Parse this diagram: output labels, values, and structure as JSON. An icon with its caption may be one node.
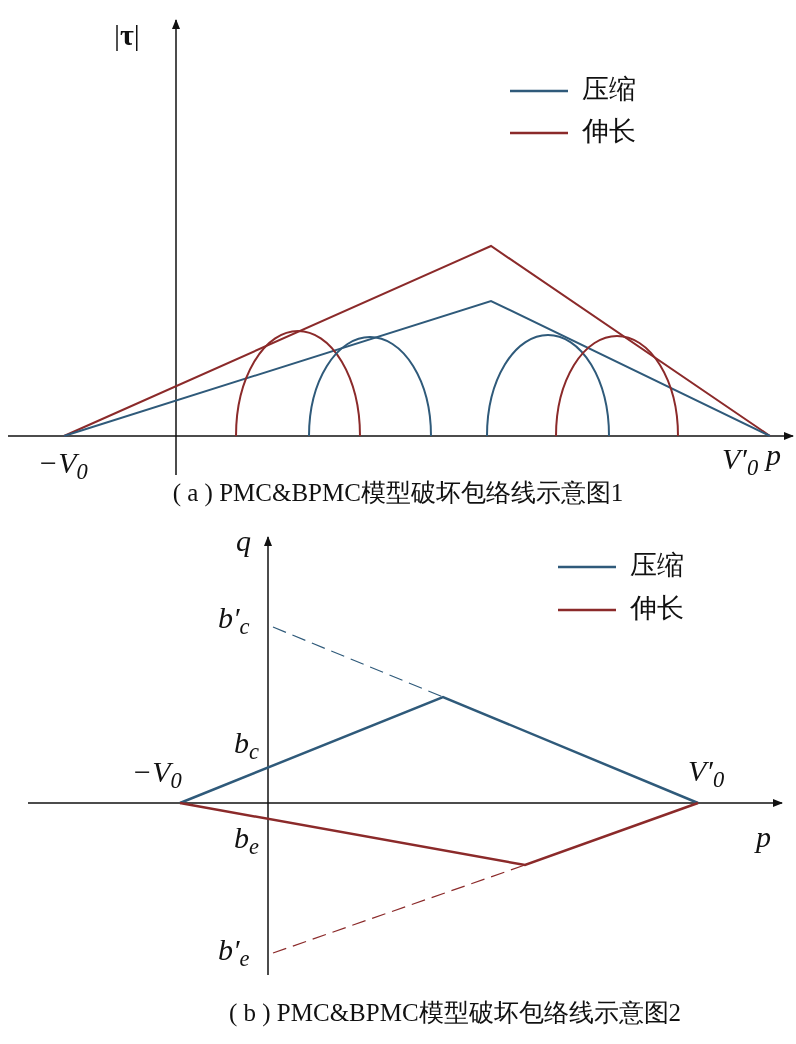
{
  "diagram": {
    "labels": [
      "|**τ**|",
      "−V$_{0}$",
      "V′$_{0}$",
      "p",
      "( a ) PMC&BPMC模型破坏包络线示意图1",
      "q",
      "b′$_{c}$",
      "b$_{c}$",
      "−V$_{0}$",
      "V′$_{0}$",
      "b$_{e}$",
      "p",
      "b′$_{e}$",
      "( b ) PMC&BPMC模型破坏包络线示意图2"
    ],
    "legend": [
      {
        "text": "压缩"
      },
      {
        "text": "伸长"
      },
      {
        "text": "压缩"
      },
      {
        "text": "伸长"
      }
    ]
  }
}
